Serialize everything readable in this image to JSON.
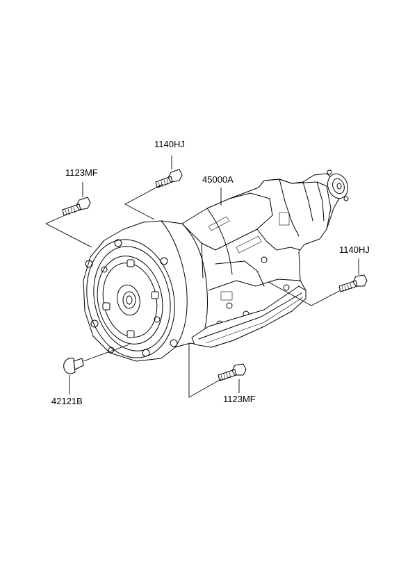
{
  "callouts": {
    "bolt_top": "1140HJ",
    "bolt_upper_left": "1123MF",
    "transmission": "45000A",
    "bolt_right": "1140HJ",
    "plug_lower_left": "42121B",
    "bolt_bottom": "1123MF"
  }
}
